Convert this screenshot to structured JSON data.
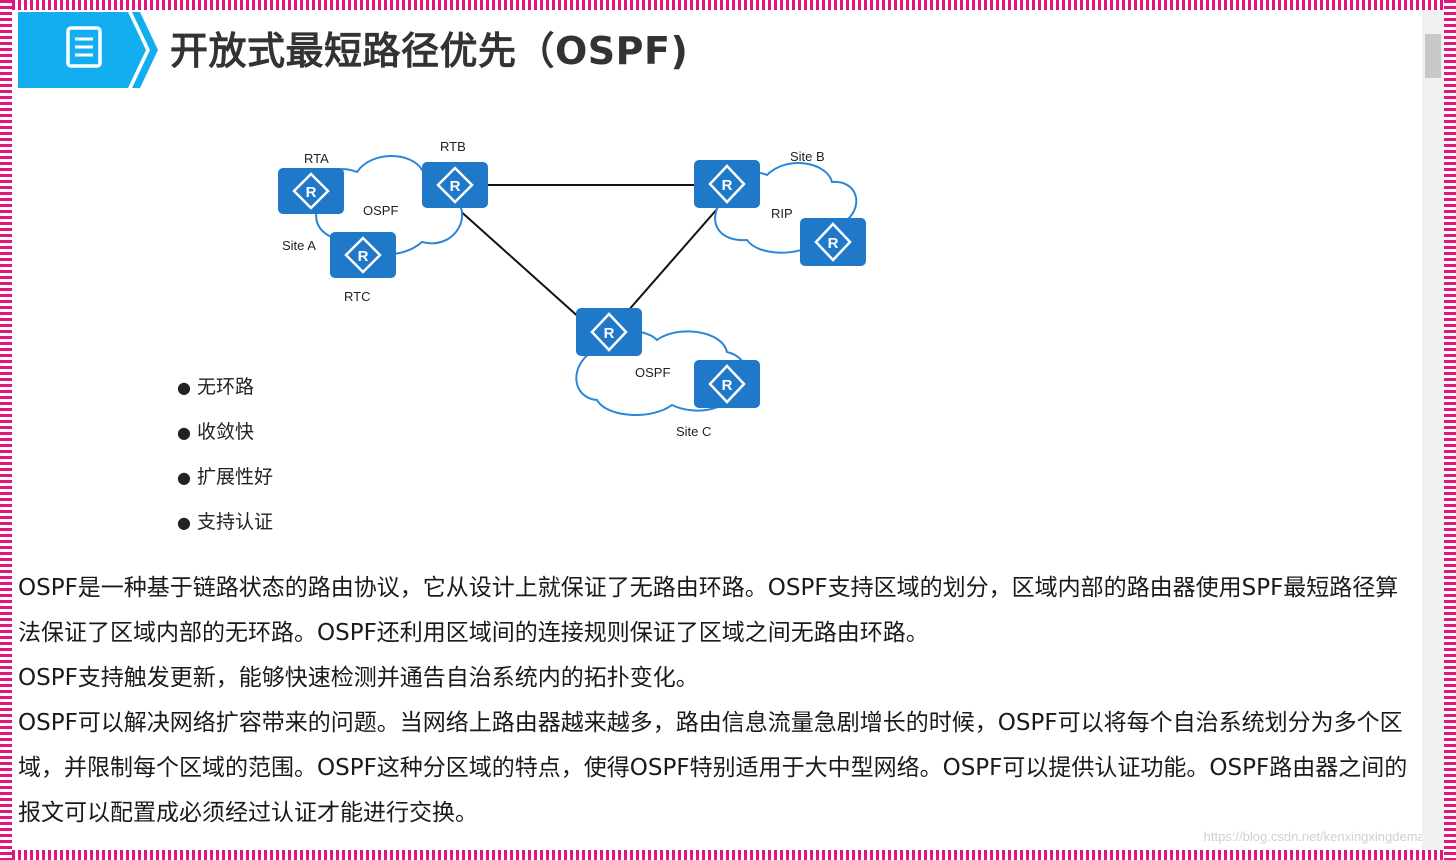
{
  "header": {
    "title": "开放式最短路径优先（OSPF)",
    "icon": "document-icon",
    "accent_color": "#12aef0"
  },
  "diagram": {
    "labels": {
      "rta": "RTA",
      "rtb": "RTB",
      "rtc": "RTC",
      "site_a": "Site A",
      "site_b": "Site B",
      "site_c": "Site C",
      "ospf_a": "OSPF",
      "rip": "RIP",
      "ospf_c": "OSPF"
    },
    "router_glyph": "R",
    "router_color": "#1f78c8"
  },
  "bullets": [
    "无环路",
    "收敛快",
    "扩展性好",
    "支持认证"
  ],
  "body": [
    "OSPF是一种基于链路状态的路由协议，它从设计上就保证了无路由环路。OSPF支持区域的划分，区域内部的路由器使用SPF最短路径算法保证了区域内部的无环路。OSPF还利用区域间的连接规则保证了区域之间无路由环路。",
    "OSPF支持触发更新，能够快速检测并通告自治系统内的拓扑变化。",
    "OSPF可以解决网络扩容带来的问题。当网络上路由器越来越多，路由信息流量急剧增长的时候，OSPF可以将每个自治系统划分为多个区域，并限制每个区域的范围。OSPF这种分区域的特点，使得OSPF特别适用于大中型网络。OSPF可以提供认证功能。OSPF路由器之间的报文可以配置成必须经过认证才能进行交换。"
  ],
  "watermark": "https://blog.csdn.net/kenxingxingdemao"
}
